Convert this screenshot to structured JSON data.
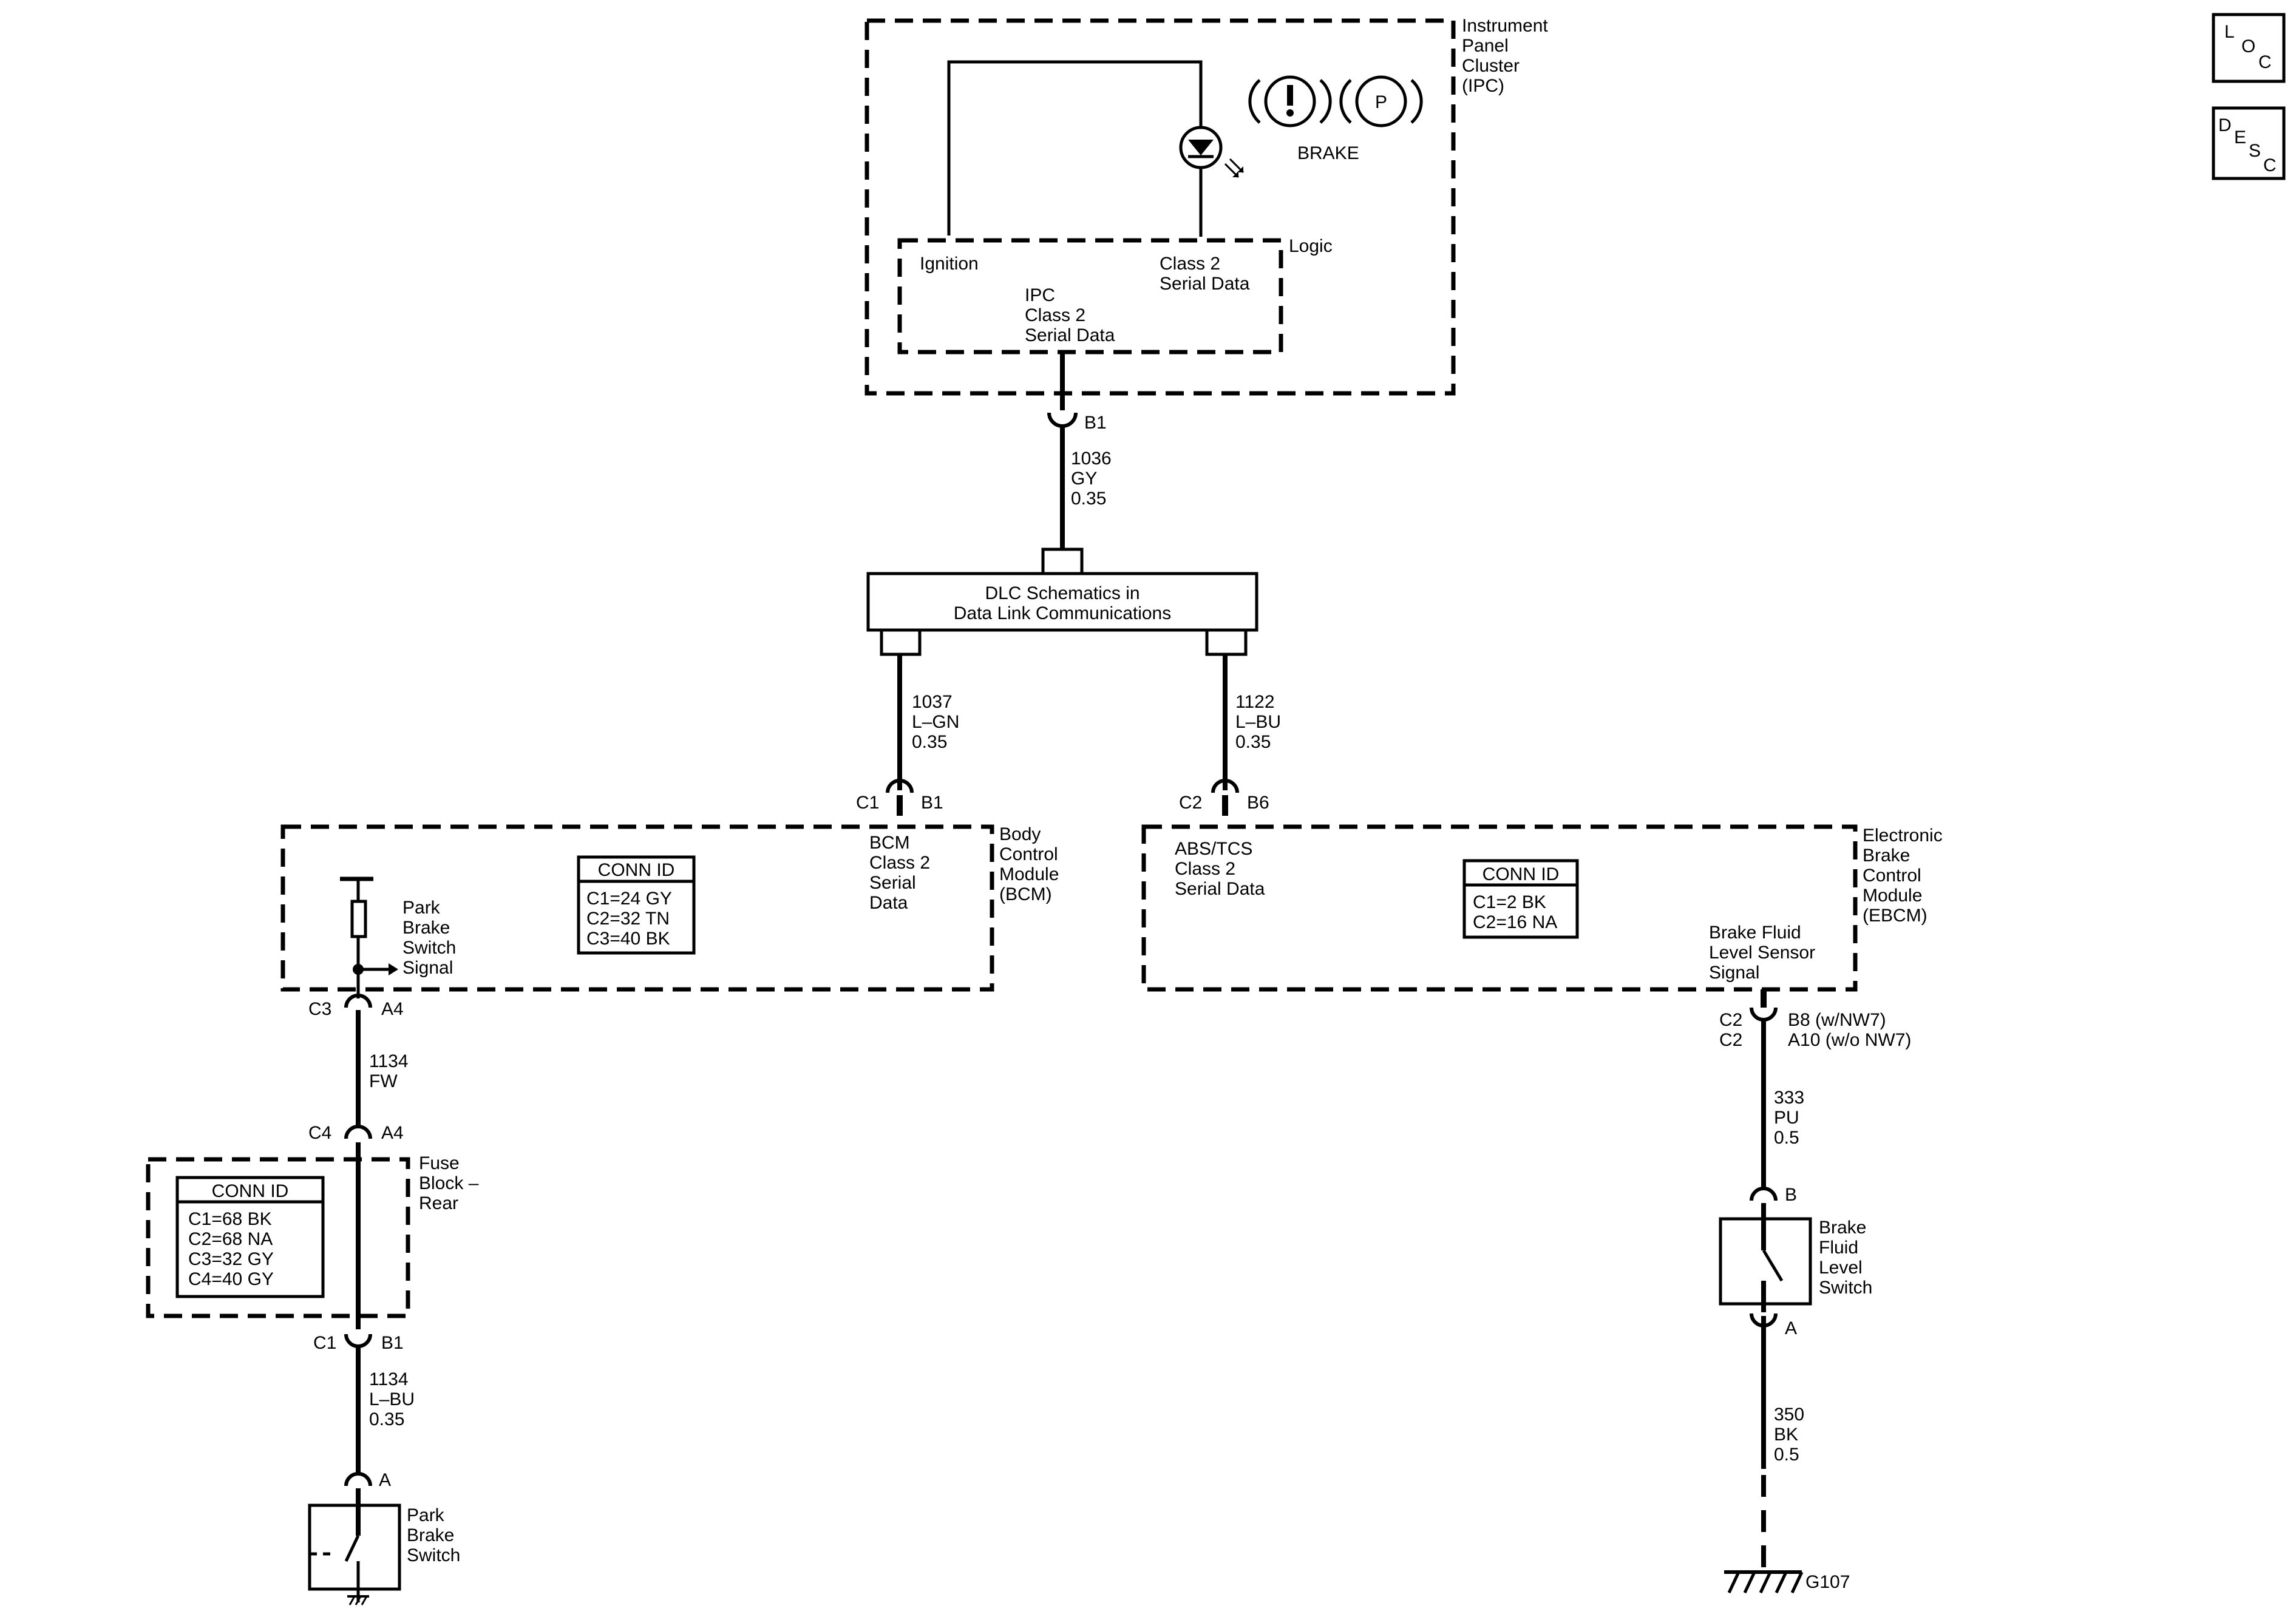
{
  "ipc": {
    "name": [
      "Instrument",
      "Panel",
      "Cluster",
      "(IPC)"
    ],
    "indicator_label": "BRAKE",
    "logic_label": "Logic",
    "ignition_label": "Ignition",
    "class2_label": [
      "Class 2",
      "Serial Data"
    ],
    "serial_label": [
      "IPC",
      "Class 2",
      "Serial Data"
    ],
    "connector_pin": "B1"
  },
  "wire_1036": [
    "1036",
    "GY",
    "0.35"
  ],
  "dlc": {
    "label": [
      "DLC Schematics in",
      "Data Link Communications"
    ]
  },
  "wire_1037": [
    "1037",
    "L–GN",
    "0.35"
  ],
  "wire_1122": [
    "1122",
    "L–BU",
    "0.35"
  ],
  "bcm": {
    "connector_left": "C1",
    "connector_right": "B1",
    "serial_label": [
      "BCM",
      "Class 2",
      "Serial",
      "Data"
    ],
    "name": [
      "Body",
      "Control",
      "Module",
      "(BCM)"
    ],
    "conn_id": {
      "header": "CONN ID",
      "rows": [
        "C1=24 GY",
        "C2=32 TN",
        "C3=40 BK"
      ]
    },
    "park_label": [
      "Park",
      "Brake",
      "Switch",
      "Signal"
    ],
    "bottom_conn_left": "C3",
    "bottom_conn_right": "A4"
  },
  "ebcm": {
    "connector_left": "C2",
    "connector_right": "B6",
    "serial_label": [
      "ABS/TCS",
      "Class 2",
      "Serial Data"
    ],
    "name": [
      "Electronic",
      "Brake",
      "Control",
      "Module",
      "(EBCM)"
    ],
    "conn_id": {
      "header": "CONN ID",
      "rows": [
        "C1=2 BK",
        "C2=16 NA"
      ]
    },
    "fluid_label": [
      "Brake Fluid",
      "Level Sensor",
      "Signal"
    ],
    "bottom_conn_left": [
      "C2",
      "C2"
    ],
    "bottom_conn_right": [
      "B8 (w/NW7)",
      "A10 (w/o NW7)"
    ]
  },
  "wire_1134_fw": [
    "1134",
    "FW"
  ],
  "fuse_block": {
    "top_conn_left": "C4",
    "top_conn_right": "A4",
    "name": [
      "Fuse",
      "Block –",
      "Rear"
    ],
    "conn_id": {
      "header": "CONN ID",
      "rows": [
        "C1=68 BK",
        "C2=68 NA",
        "C3=32 GY",
        "C4=40 GY"
      ]
    },
    "bottom_conn_left": "C1",
    "bottom_conn_right": "B1"
  },
  "wire_1134_lbu": [
    "1134",
    "L–BU",
    "0.35"
  ],
  "park_brake_switch": {
    "pin": "A",
    "name": [
      "Park",
      "Brake",
      "Switch"
    ]
  },
  "wire_333": [
    "333",
    "PU",
    "0.5"
  ],
  "brake_fluid_switch": {
    "pin_top": "B",
    "pin_bottom": "A",
    "name": [
      "Brake",
      "Fluid",
      "Level",
      "Switch"
    ]
  },
  "wire_350": [
    "350",
    "BK",
    "0.5"
  ],
  "ground": {
    "label": "G107"
  },
  "nav_buttons": {
    "loc": [
      "L",
      "O",
      "C"
    ],
    "desc": [
      "D",
      "E",
      "S",
      "C"
    ]
  }
}
